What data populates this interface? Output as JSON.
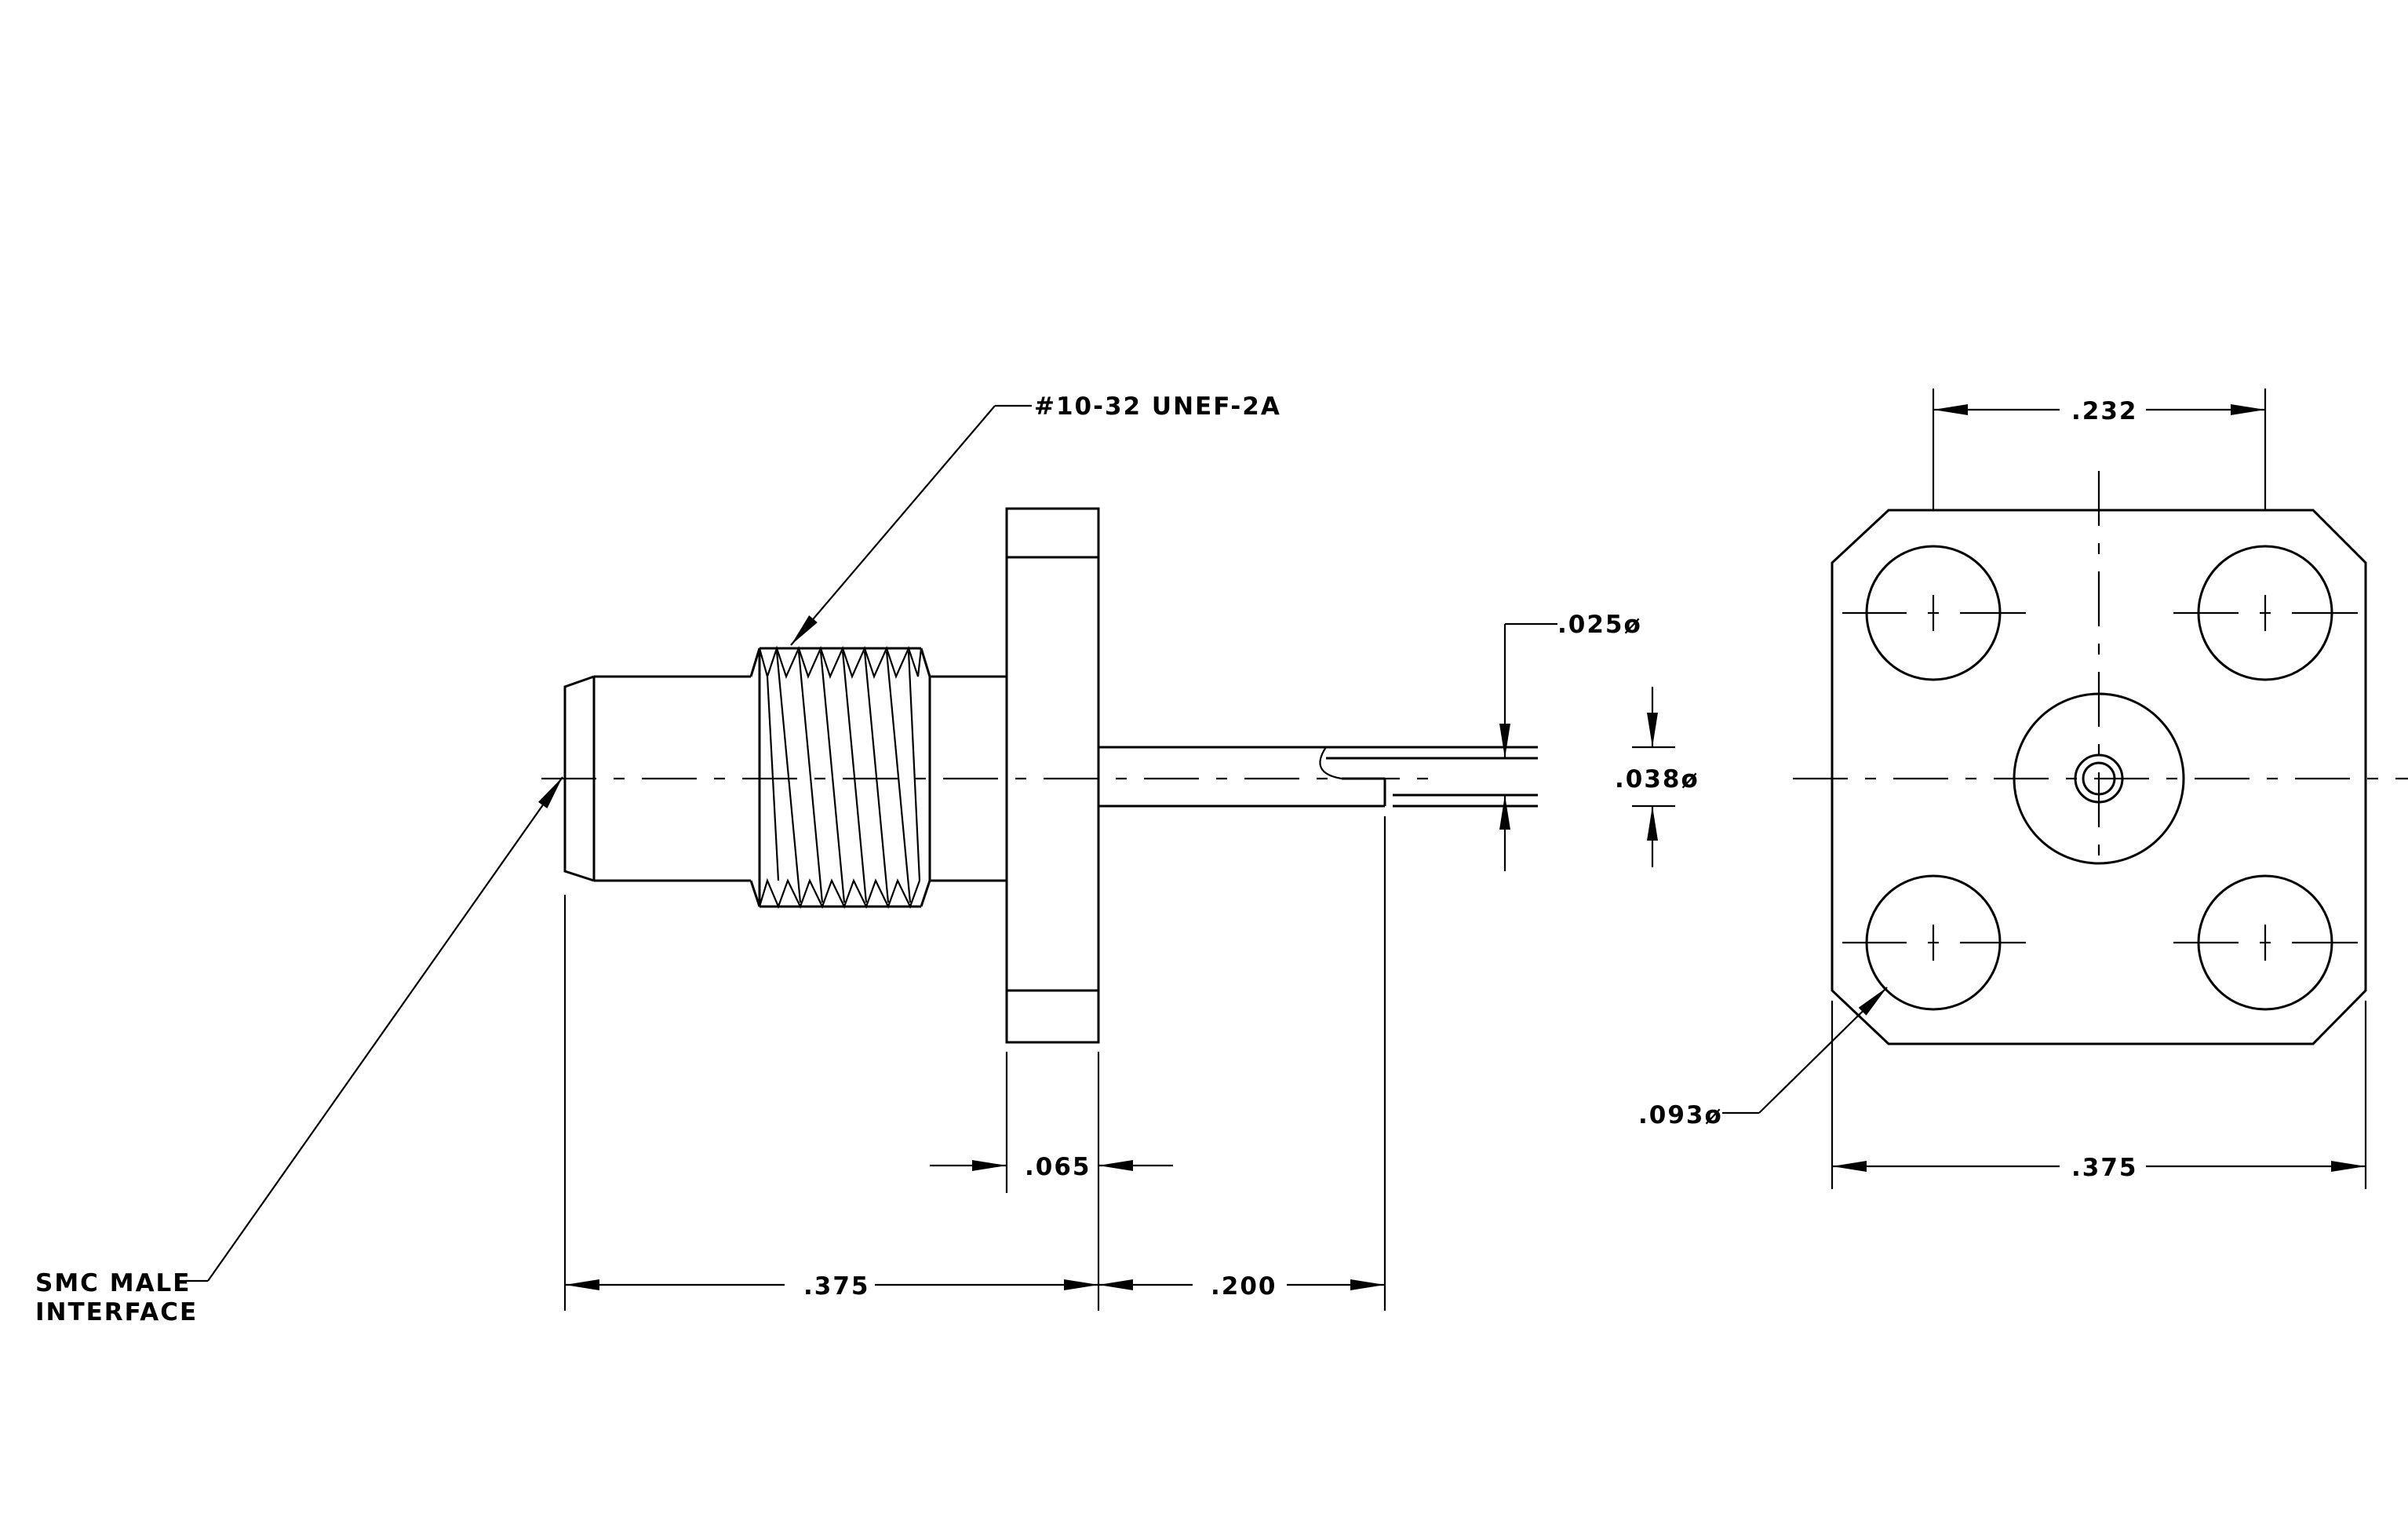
{
  "drawing": {
    "side_view": {
      "thread_callout": "#10-32 UNEF-2A",
      "interface_callout": [
        "SMC MALE",
        "INTERFACE"
      ],
      "dim_flange_thickness": ".065",
      "dim_body_length": ".375",
      "dim_pin_length": ".200",
      "dim_pin_tip_dia": ".025ø",
      "dim_pin_dia": ".038ø"
    },
    "end_view": {
      "dim_hole_spacing": ".232",
      "dim_flange_width": ".375",
      "dim_hole_dia": ".093ø"
    }
  }
}
